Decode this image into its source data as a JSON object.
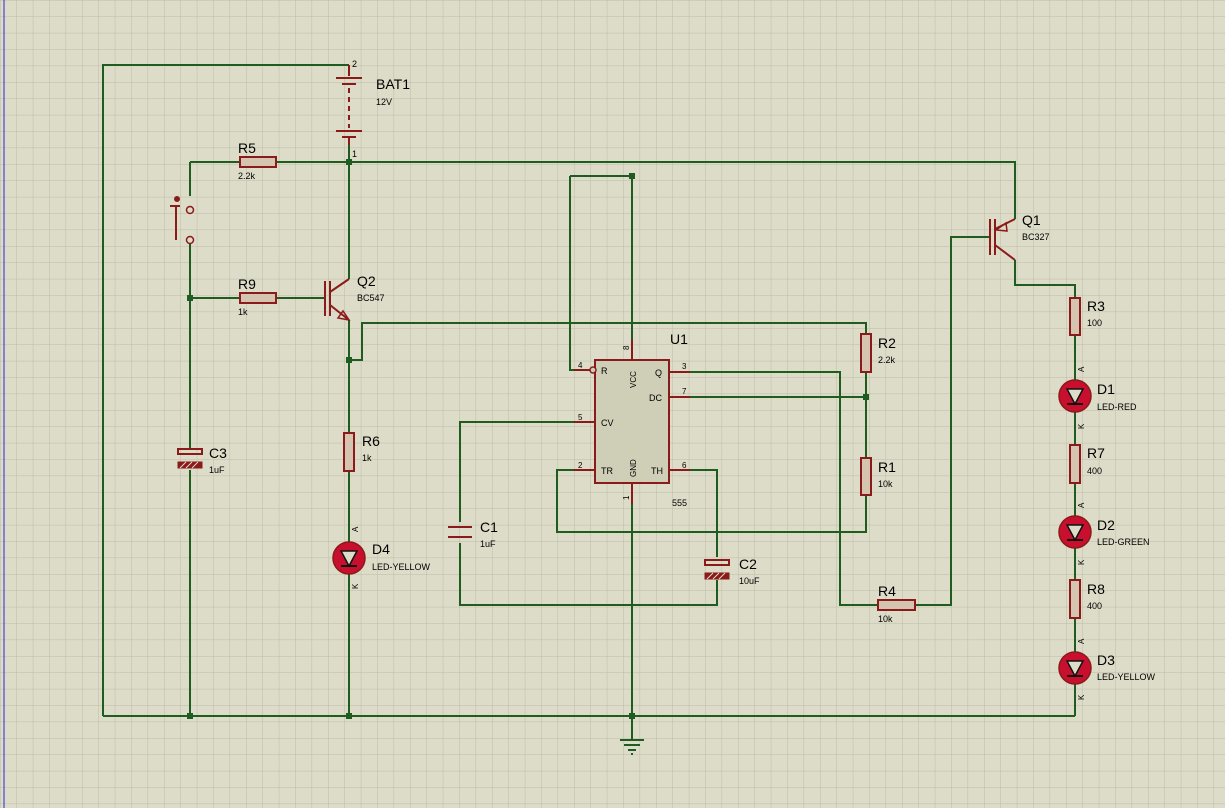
{
  "colors": {
    "background": "#dcdcc8",
    "grid": "#bcbcaa",
    "wire": "#1f5c1f",
    "component": "#8b1a1a",
    "led_fill": "#c8102e"
  },
  "components": {
    "bat1": {
      "ref": "BAT1",
      "value": "12V",
      "pin_top": "2",
      "pin_bottom": "1"
    },
    "r5": {
      "ref": "R5",
      "value": "2.2k"
    },
    "r9": {
      "ref": "R9",
      "value": "1k"
    },
    "q2": {
      "ref": "Q2",
      "value": "BC547"
    },
    "c3": {
      "ref": "C3",
      "value": "1uF"
    },
    "r6": {
      "ref": "R6",
      "value": "1k"
    },
    "d4": {
      "ref": "D4",
      "value": "LED-YELLOW"
    },
    "u1": {
      "ref": "U1",
      "value": "555",
      "pins": {
        "reset": "R",
        "vcc": "VCC",
        "q": "Q",
        "dc": "DC",
        "cv": "CV",
        "tr": "TR",
        "gnd": "GND",
        "th": "TH"
      },
      "pin_numbers": {
        "reset": "4",
        "vcc": "8",
        "q": "3",
        "dc": "7",
        "cv": "5",
        "tr": "2",
        "gnd": "1",
        "th": "6"
      }
    },
    "r2": {
      "ref": "R2",
      "value": "2.2k"
    },
    "r1": {
      "ref": "R1",
      "value": "10k"
    },
    "c1": {
      "ref": "C1",
      "value": "1uF"
    },
    "c2": {
      "ref": "C2",
      "value": "10uF"
    },
    "r4": {
      "ref": "R4",
      "value": "10k"
    },
    "q1": {
      "ref": "Q1",
      "value": "BC327"
    },
    "r3": {
      "ref": "R3",
      "value": "100"
    },
    "d1": {
      "ref": "D1",
      "value": "LED-RED"
    },
    "r7": {
      "ref": "R7",
      "value": "400"
    },
    "d2": {
      "ref": "D2",
      "value": "LED-GREEN"
    },
    "r8": {
      "ref": "R8",
      "value": "400"
    },
    "d3": {
      "ref": "D3",
      "value": "LED-YELLOW"
    }
  },
  "led_pins": {
    "anode": "A",
    "cathode": "K"
  }
}
